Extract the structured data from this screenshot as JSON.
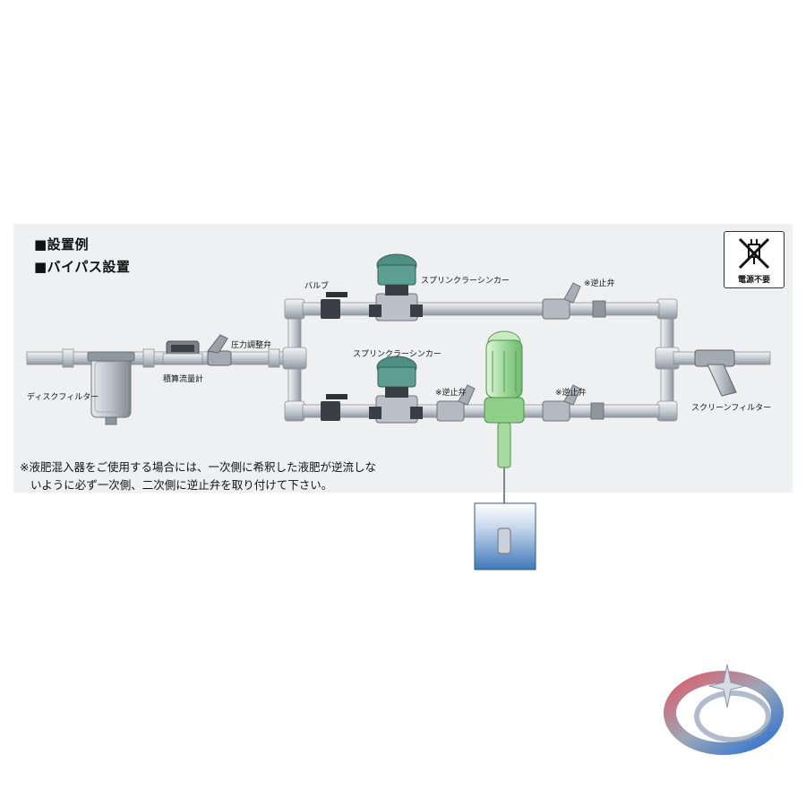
{
  "headings": {
    "line1": "■設置例",
    "line2": "■バイパス設置"
  },
  "badge": {
    "text": "電源不要",
    "icon": "no-power-plug-icon"
  },
  "labels": {
    "valve": "バルブ",
    "sinker_top": "スプリンクラーシンカー",
    "sinker_bottom": "スプリンクラーシンカー",
    "check_top": "※逆止弁",
    "check_bottom_left": "※逆止弁",
    "check_bottom_right": "※逆止弁",
    "pressure_regulator": "圧力調整弁",
    "flow_meter": "積算流量計",
    "disc_filter": "ディスクフィルター",
    "screen_filter": "スクリーンフィルター"
  },
  "note": {
    "line1": "※液肥混入器をご使用する場合には、一次側に希釈した液肥が逆流しな",
    "line2": "いように必ず一次側、二次側に逆止弁を取り付けて下さい。"
  },
  "colors": {
    "pipe": "#c9ced3",
    "pipe_edge": "#8a9097",
    "dark_fitting": "#3a3f45",
    "sinker_teal": "#4e8f86",
    "injector_green": "#a8e0a0",
    "tank_blue": "#3f78b8"
  },
  "logo": {
    "icon": "star-orbit-logo"
  }
}
